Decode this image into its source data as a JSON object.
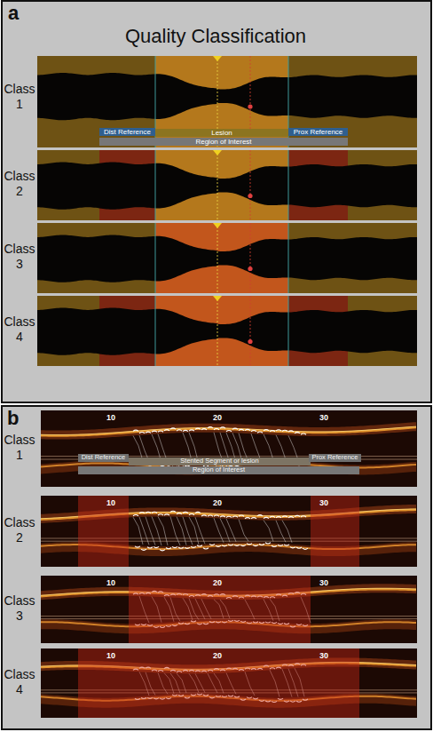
{
  "diagram": {
    "nodes": [
      {
        "text": [
          "a",
          "Quality Classification"
        ]
      },
      {
        "text": [
          "Dist Reference"
        ],
        "in": 0
      },
      {
        "text": [
          "Lesion"
        ],
        "in": 0
      },
      {
        "text": [
          "Prox Reference"
        ],
        "in": 0
      },
      {
        "text": [
          "Region of Interest"
        ],
        "in": 0
      },
      {
        "text": [
          "b"
        ]
      },
      {
        "text": [
          "Dist Reference"
        ],
        "in": 5
      },
      {
        "text": [
          "Stented Segment or lesion"
        ],
        "in": 5
      },
      {
        "text": [
          "Prox Reference"
        ],
        "in": 5
      },
      {
        "text": [
          "Region of Interest"
        ],
        "in": 5
      }
    ],
    "labels": [
      "Class 1",
      "Class 2",
      "Class 3",
      "Class 4",
      "Class 1",
      "10",
      "20",
      "30",
      "Class 2",
      "10",
      "20",
      "30",
      "Class 3",
      "10",
      "20",
      "30",
      "Class 4",
      "10",
      "20",
      "30"
    ]
  }
}
